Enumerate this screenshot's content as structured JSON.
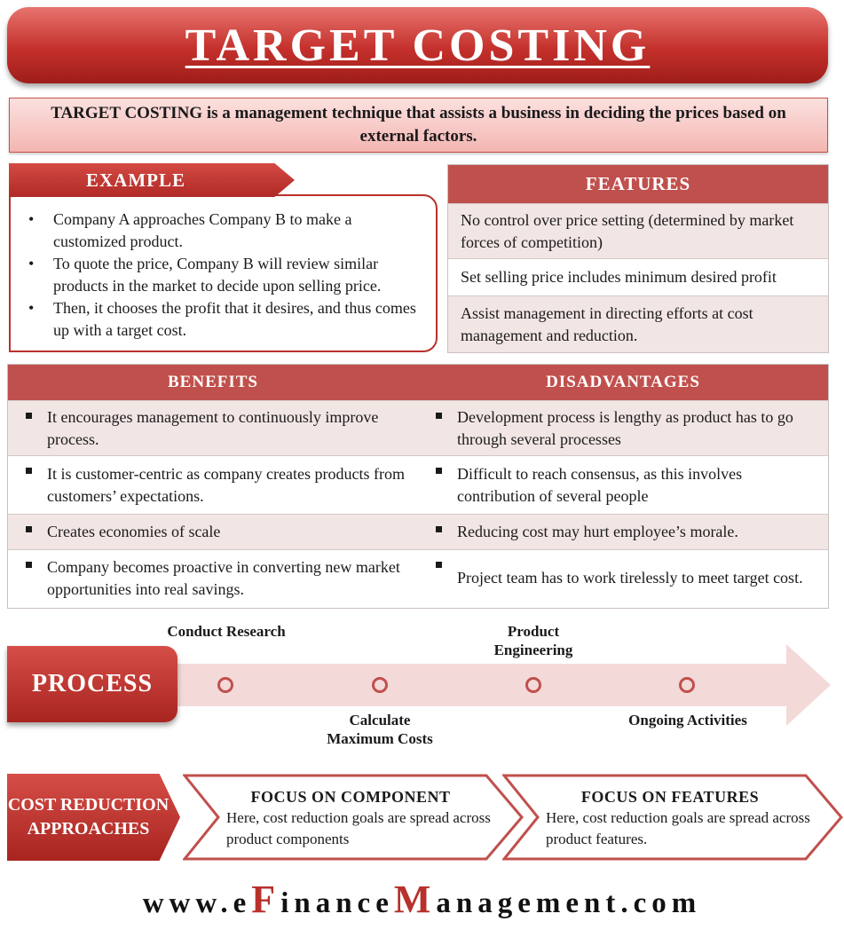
{
  "title": "TARGET COSTING",
  "definition": {
    "term": "TARGET COSTING",
    "text": " is a management technique that assists a business in deciding the prices based on external factors."
  },
  "example": {
    "header": "EXAMPLE",
    "items": [
      "Company A approaches Company B to make a customized product.",
      "To quote the price, Company B will review similar products in the market to decide upon selling price.",
      "Then, it chooses the profit that it desires, and thus comes up with a target cost."
    ]
  },
  "features": {
    "header": "FEATURES",
    "items": [
      "No control over price setting (determined by market forces of competition)",
      "Set selling price includes minimum desired profit",
      "Assist management in directing efforts at cost management and reduction."
    ]
  },
  "benefits": {
    "header": "BENEFITS",
    "items": [
      "It encourages management to continuously improve process.",
      "It is customer-centric as company creates products from customers’ expectations.",
      "Creates economies of scale",
      "Company becomes proactive in converting new market opportunities into real savings."
    ]
  },
  "disadvantages": {
    "header": "DISADVANTAGES",
    "items": [
      "Development process is lengthy as product has to go through several processes",
      "Difficult to reach consensus, as this involves contribution of several people",
      "Reducing cost may hurt employee’s morale.",
      "Project team has to work tirelessly to meet target cost."
    ]
  },
  "process": {
    "label": "PROCESS",
    "steps": [
      "Conduct Research",
      "Calculate Maximum Costs",
      "Product Engineering",
      "Ongoing Activities"
    ]
  },
  "cost_reduction": {
    "label": "COST REDUCTION APPROACHES",
    "approaches": [
      {
        "title": "FOCUS ON COMPONENT",
        "text": "Here, cost reduction goals are spread across product components"
      },
      {
        "title": "FOCUS ON FEATURES",
        "text": "Here, cost reduction goals are spread across product features."
      }
    ]
  },
  "footer": {
    "prefix": "www.e",
    "f": "F",
    "middle": "inance",
    "m": "M",
    "suffix": "anagement.com"
  },
  "colors": {
    "accent": "#c0504d",
    "dark_red": "#a8241f",
    "shade": "#f2e6e5",
    "arrow": "#f3d9d8"
  }
}
